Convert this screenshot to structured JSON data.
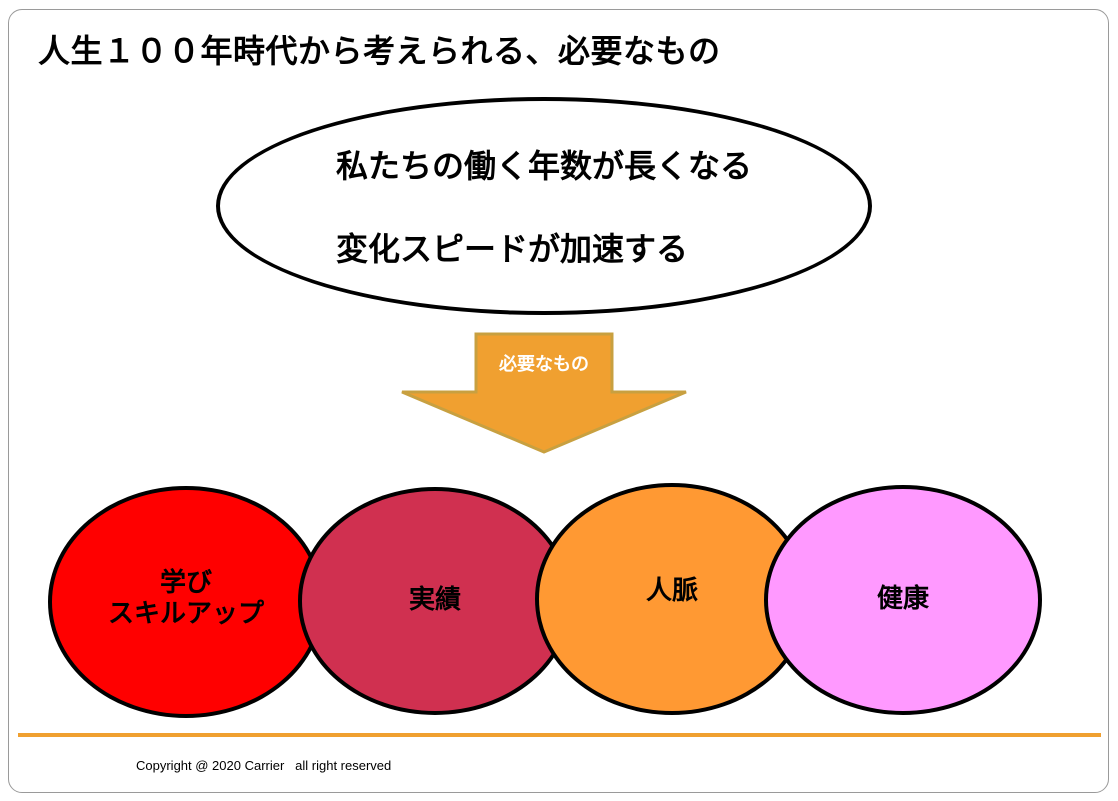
{
  "title": "人生１００年時代から考えられる、必要なもの",
  "ellipse": {
    "lines": [
      "私たちの働く年数が長くなる",
      "変化スピードが加速する"
    ]
  },
  "arrow": {
    "label": "必要なもの",
    "color": "#f0a030"
  },
  "items": [
    {
      "label": "学び\nスキルアップ",
      "color": "#ff0000"
    },
    {
      "label": "実績",
      "color": "#d03050"
    },
    {
      "label": "人脈",
      "color": "#ff9933"
    },
    {
      "label": "健康",
      "color": "#ff99ff"
    }
  ],
  "footer": {
    "copyright": "Copyright @ 2020 Carrier   all right reserved",
    "divider_color": "#f0a030"
  }
}
